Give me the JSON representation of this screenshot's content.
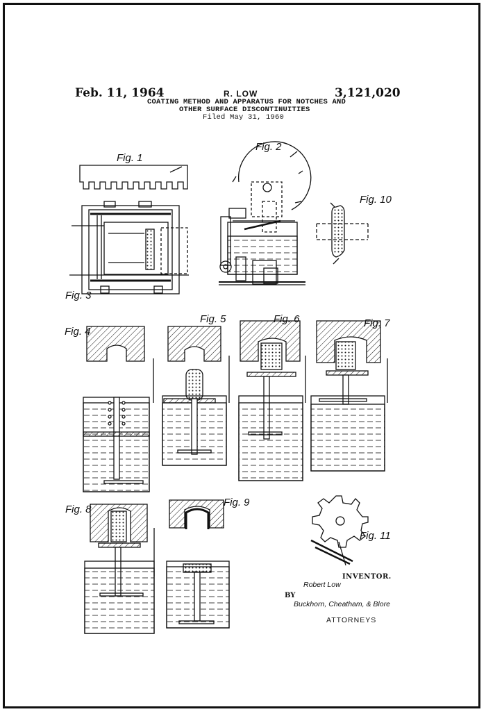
{
  "header": {
    "date": "Feb. 11, 1964",
    "inventor_name": "R. LOW",
    "patent_number": "3,121,020",
    "title_line_1": "COATING METHOD AND APPARATUS FOR NOTCHES AND",
    "title_line_2": "OTHER SURFACE DISCONTINUITIES",
    "filed": "Filed May 31, 1960"
  },
  "figures": {
    "fig1": "Fig. 1",
    "fig2": "Fig. 2",
    "fig3": "Fig. 3",
    "fig4": "Fig. 4",
    "fig5": "Fig. 5",
    "fig6": "Fig. 6",
    "fig7": "Fig. 7",
    "fig8": "Fig. 8",
    "fig9": "Fig. 9",
    "fig10": "Fig. 10",
    "fig11": "Fig. 11"
  },
  "signature": {
    "inventor_label": "INVENTOR.",
    "inventor": "Robert Low",
    "by": "BY",
    "attorneys_names": "Buckhorn, Cheatham, & Blore",
    "attorneys_label": "ATTORNEYS"
  }
}
